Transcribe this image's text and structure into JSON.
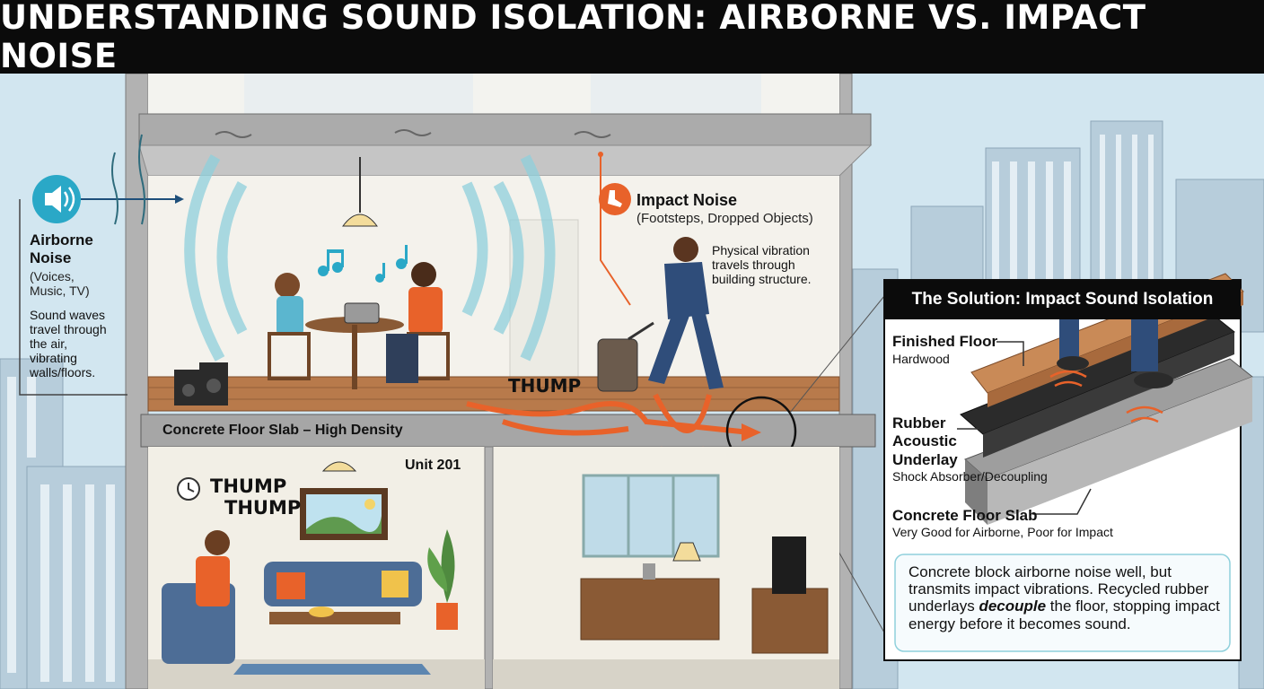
{
  "title": "UNDERSTANDING SOUND ISOLATION: AIRBORNE VS. IMPACT NOISE",
  "airborne": {
    "heading": "Airborne\nNoise",
    "examples": "(Voices,\nMusic, TV)",
    "description": "Sound waves\ntravel through\nthe air,\nvibrating\nwalls/floors.",
    "icon": "speaker-icon"
  },
  "impact": {
    "heading": "Impact Noise",
    "examples": "(Footsteps, Dropped Objects)",
    "description": "Physical vibration\ntravels through\nbuilding structure.",
    "icon": "foot-icon"
  },
  "scene": {
    "slab_label": "Concrete Floor Slab – High Density",
    "thump_upper": "THUMP",
    "thump_lower": [
      "THUMP",
      "THUMP"
    ],
    "unit_label": "Unit 201"
  },
  "solution": {
    "title": "The Solution: Impact Sound Isolation",
    "layers": [
      {
        "name": "Finished Floor",
        "detail": "Hardwood"
      },
      {
        "name": "Rubber\nAcoustic\nUnderlay",
        "detail": "Shock Absorber/Decoupling"
      },
      {
        "name": "Concrete Floor Slab",
        "detail": "Very Good for Airborne, Poor for Impact"
      }
    ],
    "text_before": "Concrete block airborne noise well, but transmits impact vibrations. Recycled rubber underlays ",
    "text_emphasis": "decouple",
    "text_after": " the floor, stopping impact energy before it becomes sound."
  },
  "colors": {
    "accent_orange": "#e8622a",
    "wave_blue": "#8fd0dc",
    "sky": "#cfe3ee",
    "concrete": "#a9a9a9",
    "wood": "#b87a4b"
  }
}
